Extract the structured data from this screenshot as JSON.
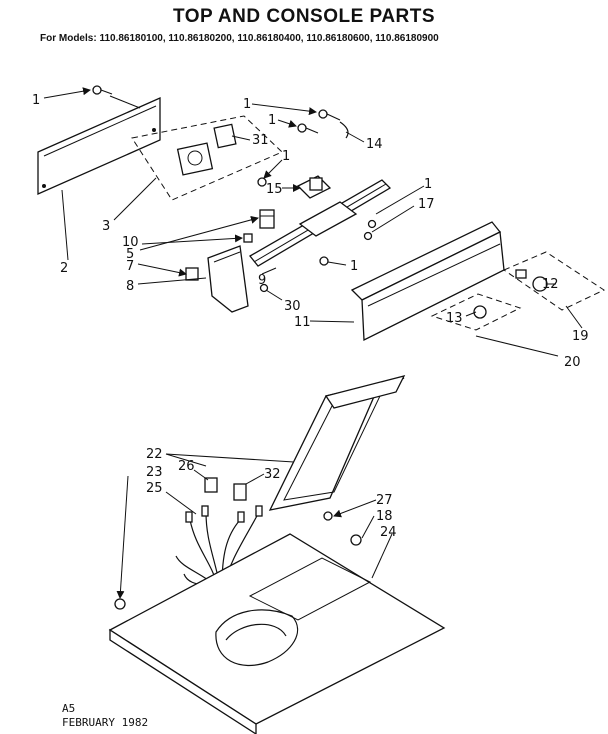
{
  "header": {
    "title": "TOP AND CONSOLE PARTS",
    "models": "For Models: 110.86180100, 110.86180200, 110.86180400, 110.86180600, 110.86180900"
  },
  "callouts": {
    "c1a": "1",
    "c1b": "1",
    "c1c": "1",
    "c1d": "1",
    "c1e": "1",
    "c1f": "1",
    "c2": "2",
    "c3": "3",
    "c5": "5",
    "c7": "7",
    "c8": "8",
    "c9": "9",
    "c10": "10",
    "c11": "11",
    "c12": "12",
    "c13": "13",
    "c14": "14",
    "c15": "15",
    "c17": "17",
    "c18": "18",
    "c19": "19",
    "c20": "20",
    "c22": "22",
    "c23": "23",
    "c24": "24",
    "c25": "25",
    "c26": "26",
    "c27": "27",
    "c30": "30",
    "c31": "31",
    "c32": "32"
  },
  "footer": {
    "code": "A5",
    "date": "FEBRUARY 1982"
  }
}
